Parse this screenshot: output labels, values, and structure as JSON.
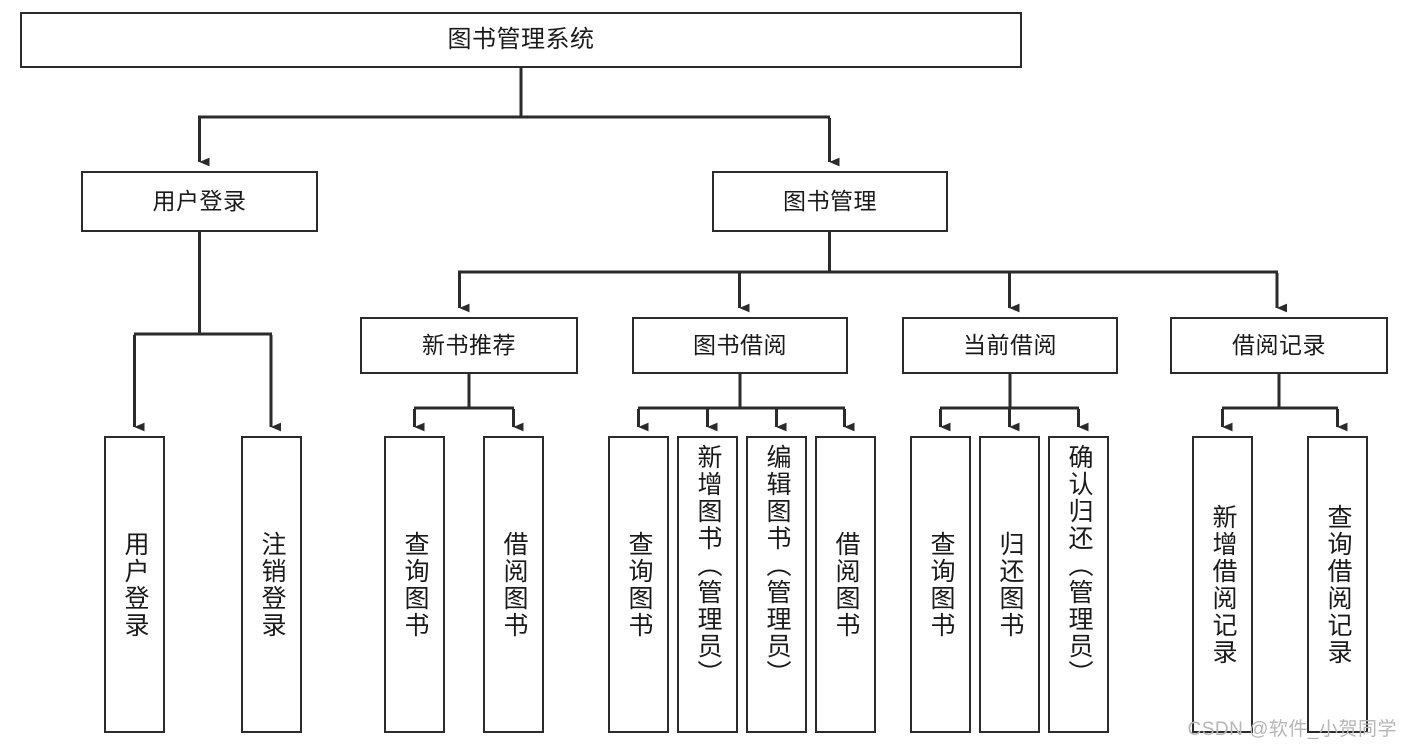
{
  "diagram": {
    "type": "tree-hierarchy",
    "title": "图书管理系统",
    "watermark": "CSDN @软件_小贺同学",
    "colors": {
      "stroke": "#2b2b2b",
      "fill": "#ffffff",
      "text": "#1a1a1a",
      "watermark": "#b6b6b6"
    },
    "nodes": {
      "root": {
        "label": "图书管理系统",
        "level": 1
      },
      "user_login": {
        "label": "用户登录",
        "level": 2
      },
      "book_manage": {
        "label": "图书管理",
        "level": 2
      },
      "new_book_rec": {
        "label": "新书推荐",
        "level": 3
      },
      "book_borrow": {
        "label": "图书借阅",
        "level": 3
      },
      "current_borrow": {
        "label": "当前借阅",
        "level": 3
      },
      "borrow_record": {
        "label": "借阅记录",
        "level": 3
      },
      "leaf_user_login": {
        "label": "用户登录",
        "level": 4
      },
      "leaf_logout": {
        "label": "注销登录",
        "level": 4
      },
      "leaf_query_book_1": {
        "label": "查询图书",
        "level": 4
      },
      "leaf_borrow_book_1": {
        "label": "借阅图书",
        "level": 4
      },
      "leaf_query_book_2": {
        "label": "查询图书",
        "level": 4
      },
      "leaf_add_book": {
        "label": "新增图书（管理员）",
        "level": 4
      },
      "leaf_edit_book": {
        "label": "编辑图书（管理员）",
        "level": 4
      },
      "leaf_borrow_book_2": {
        "label": "借阅图书",
        "level": 4
      },
      "leaf_query_book_3": {
        "label": "查询图书",
        "level": 4
      },
      "leaf_return_book": {
        "label": "归还图书",
        "level": 4
      },
      "leaf_confirm_return": {
        "label": "确认归还（管理员）",
        "level": 4
      },
      "leaf_add_record": {
        "label": "新增借阅记录",
        "level": 4
      },
      "leaf_query_record": {
        "label": "查询借阅记录",
        "level": 4
      }
    },
    "edges": [
      {
        "from": "root",
        "to": "user_login"
      },
      {
        "from": "root",
        "to": "book_manage"
      },
      {
        "from": "user_login",
        "to": "leaf_user_login"
      },
      {
        "from": "user_login",
        "to": "leaf_logout"
      },
      {
        "from": "book_manage",
        "to": "new_book_rec"
      },
      {
        "from": "book_manage",
        "to": "book_borrow"
      },
      {
        "from": "book_manage",
        "to": "current_borrow"
      },
      {
        "from": "book_manage",
        "to": "borrow_record"
      },
      {
        "from": "new_book_rec",
        "to": "leaf_query_book_1"
      },
      {
        "from": "new_book_rec",
        "to": "leaf_borrow_book_1"
      },
      {
        "from": "book_borrow",
        "to": "leaf_query_book_2"
      },
      {
        "from": "book_borrow",
        "to": "leaf_add_book"
      },
      {
        "from": "book_borrow",
        "to": "leaf_edit_book"
      },
      {
        "from": "book_borrow",
        "to": "leaf_borrow_book_2"
      },
      {
        "from": "current_borrow",
        "to": "leaf_query_book_3"
      },
      {
        "from": "current_borrow",
        "to": "leaf_return_book"
      },
      {
        "from": "current_borrow",
        "to": "leaf_confirm_return"
      },
      {
        "from": "borrow_record",
        "to": "leaf_add_record"
      },
      {
        "from": "borrow_record",
        "to": "leaf_query_record"
      }
    ]
  }
}
